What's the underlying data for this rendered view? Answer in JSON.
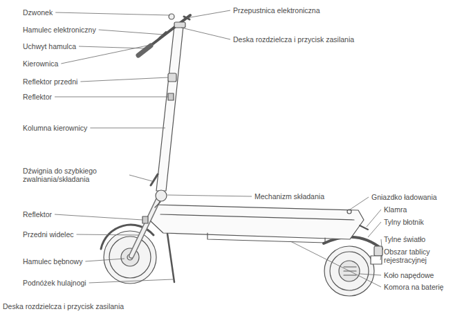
{
  "diagram": {
    "labels": [
      "Dzwonek",
      "Hamulec elektroniczny",
      "Uchwyt hamulca",
      "Kierownica",
      "Reflektor przedni",
      "Reflektor",
      "Kolumna kierownicy",
      "Dźwignia do szybkiego zwalniania/składania",
      "Reflektor",
      "Przedni widelec",
      "Hamulec bębnowy",
      "Podnóżek hulajnogi",
      "Przepustnica elektroniczna",
      "Deska rozdzielcza i przycisk zasilania",
      "Mechanizm składania",
      "Gniazdko ładowania",
      "Klamra",
      "Tylny błotnik",
      "Tylne światło",
      "Obszar tablicy rejestracyjnej",
      "Koło napędowe",
      "Komora na baterię",
      "Deska rozdzielcza i przycisk zasilania"
    ]
  }
}
